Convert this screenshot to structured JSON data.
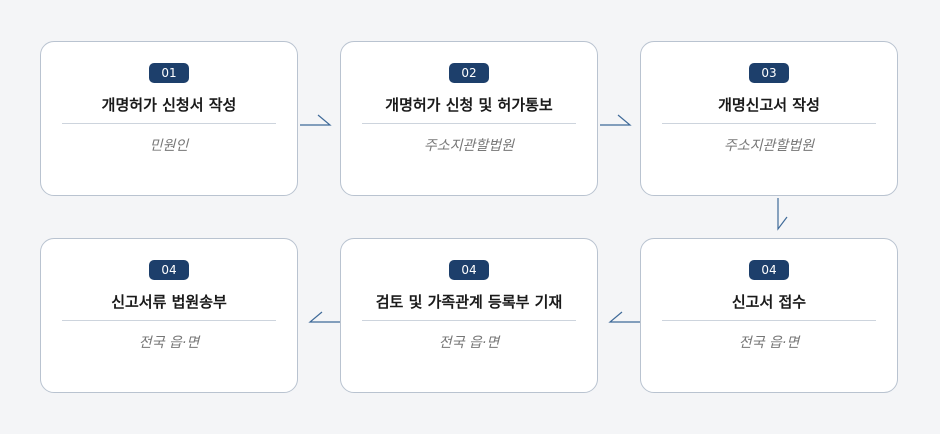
{
  "steps": [
    {
      "badge": "01",
      "title": "개명허가 신청서 작성",
      "actor": "민원인"
    },
    {
      "badge": "02",
      "title": "개명허가 신청 및 허가통보",
      "actor": "주소지관할법원"
    },
    {
      "badge": "03",
      "title": "개명신고서 작성",
      "actor": "주소지관할법원"
    },
    {
      "badge": "04",
      "title": "신고서 접수",
      "actor": "전국 읍·면"
    },
    {
      "badge": "04",
      "title": "검토 및 가족관계 등록부 기재",
      "actor": "전국 읍·면"
    },
    {
      "badge": "04",
      "title": "신고서류 법원송부",
      "actor": "전국 읍·면"
    }
  ],
  "colors": {
    "badge_bg": "#1d3f6b",
    "arrow": "#3f6a99",
    "card_border": "#b9c3d0",
    "background": "#f4f5f7"
  }
}
